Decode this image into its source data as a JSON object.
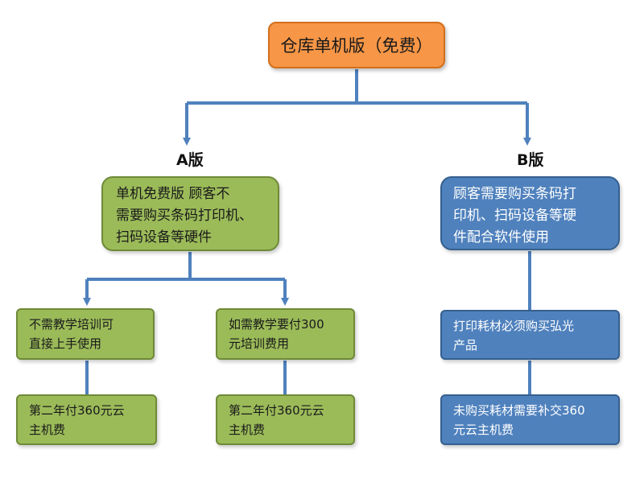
{
  "root": {
    "label": "仓库单机版（免费）"
  },
  "branch_a": {
    "title": "A版",
    "main": "单机免费版  顾客不\n需要购买条码打印机、\n扫码设备等硬件",
    "left_child": "不需教学培训可\n直接上手使用",
    "right_child": "如需教学要付300\n元培训费用",
    "left_grandchild": "第二年付360元云\n主机费",
    "right_grandchild": "第二年付360元云\n主机费"
  },
  "branch_b": {
    "title": "B版",
    "main": "顾客需要购买条码打\n印机、扫码设备等硬\n件配合软件使用",
    "child": "打印耗材必须购买弘光\n产品",
    "grandchild": "未购买耗材需要补交360\n元云主机费"
  },
  "colors": {
    "root_fill": "#f79646",
    "branch_a_fill": "#9bbb59",
    "branch_b_fill": "#4f81bd",
    "connector": "#4f81bd"
  }
}
